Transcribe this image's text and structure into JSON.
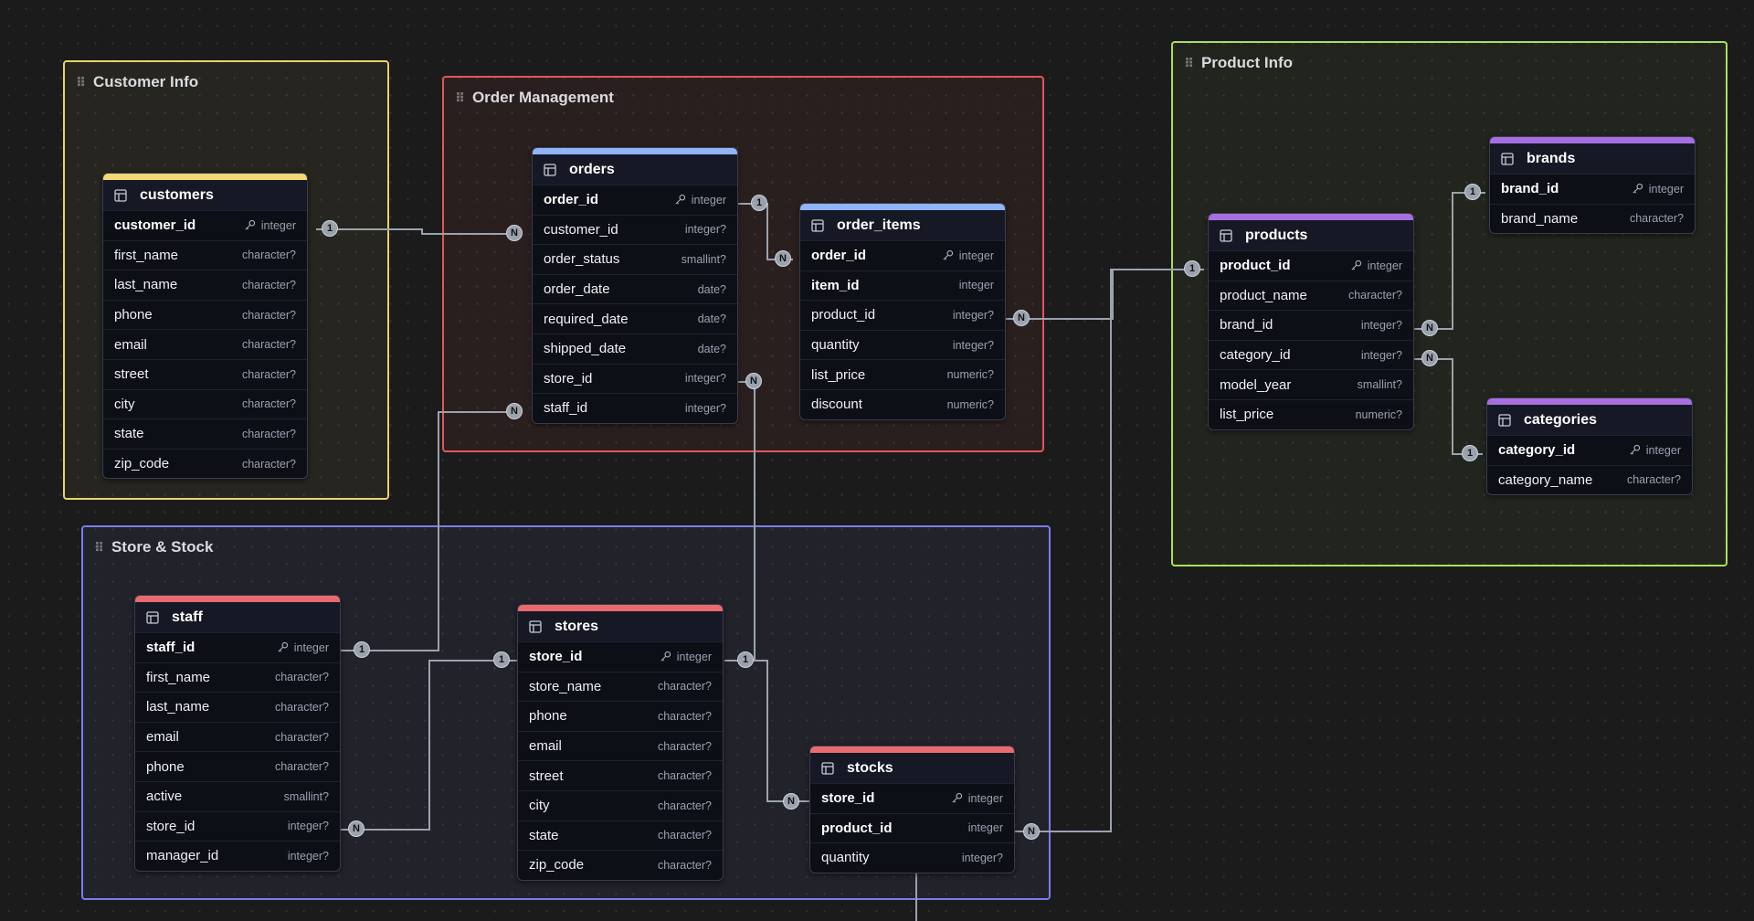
{
  "groups": [
    {
      "title": "Customer Info",
      "color": "#e6d36a"
    },
    {
      "title": "Order Management",
      "color": "#e0575a"
    },
    {
      "title": "Product Info",
      "color": "#a8e05b"
    },
    {
      "title": "Store & Stock",
      "color": "#7b7cf0"
    }
  ],
  "tables": {
    "customers": {
      "name": "customers",
      "color": "#f4d774",
      "rows": [
        {
          "name": "customer_id",
          "type": "integer",
          "pk": true
        },
        {
          "name": "first_name",
          "type": "character?"
        },
        {
          "name": "last_name",
          "type": "character?"
        },
        {
          "name": "phone",
          "type": "character?"
        },
        {
          "name": "email",
          "type": "character?"
        },
        {
          "name": "street",
          "type": "character?"
        },
        {
          "name": "city",
          "type": "character?"
        },
        {
          "name": "state",
          "type": "character?"
        },
        {
          "name": "zip_code",
          "type": "character?"
        }
      ]
    },
    "orders": {
      "name": "orders",
      "color": "#8fb4f8",
      "rows": [
        {
          "name": "order_id",
          "type": "integer",
          "pk": true
        },
        {
          "name": "customer_id",
          "type": "integer?"
        },
        {
          "name": "order_status",
          "type": "smallint?"
        },
        {
          "name": "order_date",
          "type": "date?"
        },
        {
          "name": "required_date",
          "type": "date?"
        },
        {
          "name": "shipped_date",
          "type": "date?"
        },
        {
          "name": "store_id",
          "type": "integer?"
        },
        {
          "name": "staff_id",
          "type": "integer?"
        }
      ]
    },
    "order_items": {
      "name": "order_items",
      "color": "#8fb4f8",
      "rows": [
        {
          "name": "order_id",
          "type": "integer",
          "pk": true
        },
        {
          "name": "item_id",
          "type": "integer",
          "bold": true
        },
        {
          "name": "product_id",
          "type": "integer?"
        },
        {
          "name": "quantity",
          "type": "integer?"
        },
        {
          "name": "list_price",
          "type": "numeric?"
        },
        {
          "name": "discount",
          "type": "numeric?"
        }
      ]
    },
    "products": {
      "name": "products",
      "color": "#a66fe0",
      "rows": [
        {
          "name": "product_id",
          "type": "integer",
          "pk": true
        },
        {
          "name": "product_name",
          "type": "character?"
        },
        {
          "name": "brand_id",
          "type": "integer?"
        },
        {
          "name": "category_id",
          "type": "integer?"
        },
        {
          "name": "model_year",
          "type": "smallint?"
        },
        {
          "name": "list_price",
          "type": "numeric?"
        }
      ]
    },
    "brands": {
      "name": "brands",
      "color": "#a66fe0",
      "rows": [
        {
          "name": "brand_id",
          "type": "integer",
          "pk": true
        },
        {
          "name": "brand_name",
          "type": "character?"
        }
      ]
    },
    "categories": {
      "name": "categories",
      "color": "#a66fe0",
      "rows": [
        {
          "name": "category_id",
          "type": "integer",
          "pk": true
        },
        {
          "name": "category_name",
          "type": "character?"
        }
      ]
    },
    "staff": {
      "name": "staff",
      "color": "#e96b6f",
      "rows": [
        {
          "name": "staff_id",
          "type": "integer",
          "pk": true
        },
        {
          "name": "first_name",
          "type": "character?"
        },
        {
          "name": "last_name",
          "type": "character?"
        },
        {
          "name": "email",
          "type": "character?"
        },
        {
          "name": "phone",
          "type": "character?"
        },
        {
          "name": "active",
          "type": "smallint?"
        },
        {
          "name": "store_id",
          "type": "integer?"
        },
        {
          "name": "manager_id",
          "type": "integer?"
        }
      ]
    },
    "stores": {
      "name": "stores",
      "color": "#e96b6f",
      "rows": [
        {
          "name": "store_id",
          "type": "integer",
          "pk": true
        },
        {
          "name": "store_name",
          "type": "character?"
        },
        {
          "name": "phone",
          "type": "character?"
        },
        {
          "name": "email",
          "type": "character?"
        },
        {
          "name": "street",
          "type": "character?"
        },
        {
          "name": "city",
          "type": "character?"
        },
        {
          "name": "state",
          "type": "character?"
        },
        {
          "name": "zip_code",
          "type": "character?"
        }
      ]
    },
    "stocks": {
      "name": "stocks",
      "color": "#e96b6f",
      "rows": [
        {
          "name": "store_id",
          "type": "integer",
          "pk": true
        },
        {
          "name": "product_id",
          "type": "integer",
          "bold": true
        },
        {
          "name": "quantity",
          "type": "integer?"
        }
      ]
    }
  },
  "relations": [
    {
      "from": "customers.customer_id",
      "from_card": "1",
      "to": "orders.customer_id",
      "to_card": "N"
    },
    {
      "from": "orders.order_id",
      "from_card": "1",
      "to": "order_items.order_id",
      "to_card": "N"
    },
    {
      "from": "products.product_id",
      "from_card": "1",
      "to": "order_items.product_id",
      "to_card": "N"
    },
    {
      "from": "brands.brand_id",
      "from_card": "1",
      "to": "products.brand_id",
      "to_card": "N"
    },
    {
      "from": "categories.category_id",
      "from_card": "1",
      "to": "products.category_id",
      "to_card": "N"
    },
    {
      "from": "staff.staff_id",
      "from_card": "1",
      "to": "orders.staff_id",
      "to_card": "N"
    },
    {
      "from": "stores.store_id",
      "from_card": "1",
      "to": "orders.store_id",
      "to_card": "N"
    },
    {
      "from": "stores.store_id",
      "from_card": "1",
      "to": "staff.store_id",
      "to_card": "N"
    },
    {
      "from": "stores.store_id",
      "from_card": "1",
      "to": "stocks.store_id",
      "to_card": "N"
    },
    {
      "from": "products.product_id",
      "from_card": "1",
      "to": "stocks.product_id",
      "to_card": "N"
    }
  ]
}
